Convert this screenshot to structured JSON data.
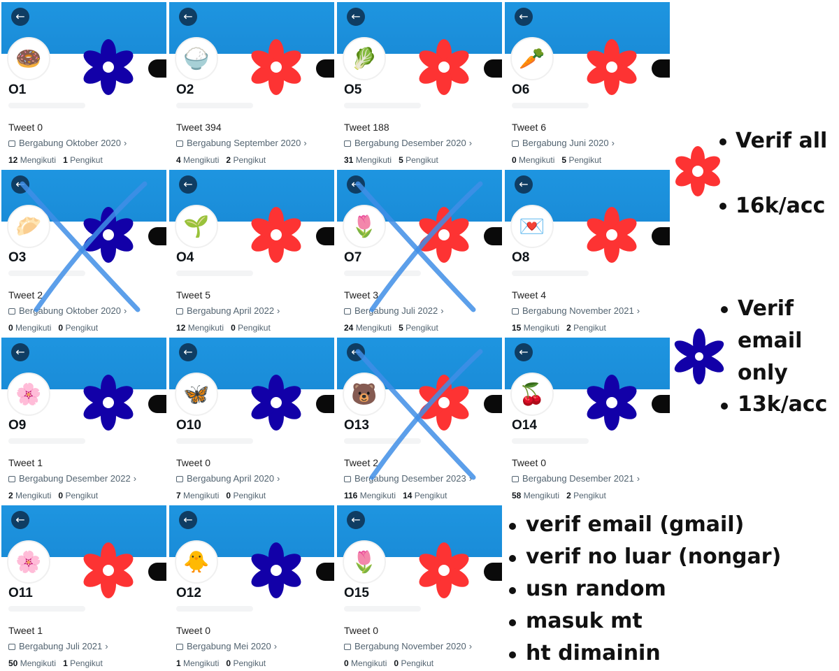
{
  "cards": [
    {
      "name": "O1",
      "tweets": "Tweet 0",
      "joined": "Bergabung Oktober 2020",
      "following_count": "12",
      "following_label": "Mengikuti",
      "followers_count": "1",
      "followers_label": "Pengikut",
      "avatar_icon": "donut-icon",
      "avatar_glyph": "🍩",
      "flower_color": "#1200a8",
      "crossed": false
    },
    {
      "name": "O2",
      "tweets": "Tweet 394",
      "joined": "Bergabung September 2020",
      "following_count": "4",
      "following_label": "Mengikuti",
      "followers_count": "2",
      "followers_label": "Pengikut",
      "avatar_icon": "rice-bowl-icon",
      "avatar_glyph": "🍚",
      "flower_color": "#fd3333",
      "crossed": false
    },
    {
      "name": "O5",
      "tweets": "Tweet 188",
      "joined": "Bergabung Desember 2020",
      "following_count": "31",
      "following_label": "Mengikuti",
      "followers_count": "5",
      "followers_label": "Pengikut",
      "avatar_icon": "cabbage-icon",
      "avatar_glyph": "🥬",
      "flower_color": "#fd3333",
      "crossed": false
    },
    {
      "name": "O6",
      "tweets": "Tweet 6",
      "joined": "Bergabung Juni 2020",
      "following_count": "0",
      "following_label": "Mengikuti",
      "followers_count": "5",
      "followers_label": "Pengikut",
      "avatar_icon": "carrot-icon",
      "avatar_glyph": "🥕",
      "flower_color": "#fd3333",
      "crossed": false
    },
    {
      "name": "O3",
      "tweets": "Tweet 2",
      "joined": "Bergabung Oktober 2020",
      "following_count": "0",
      "following_label": "Mengikuti",
      "followers_count": "0",
      "followers_label": "Pengikut",
      "avatar_icon": "dumpling-icon",
      "avatar_glyph": "🥟",
      "flower_color": "#1200a8",
      "crossed": true
    },
    {
      "name": "O4",
      "tweets": "Tweet 5",
      "joined": "Bergabung April 2022",
      "following_count": "12",
      "following_label": "Mengikuti",
      "followers_count": "0",
      "followers_label": "Pengikut",
      "avatar_icon": "sprout-icon",
      "avatar_glyph": "🌱",
      "flower_color": "#fd3333",
      "crossed": false
    },
    {
      "name": "O7",
      "tweets": "Tweet 3",
      "joined": "Bergabung Juli 2022",
      "following_count": "24",
      "following_label": "Mengikuti",
      "followers_count": "5",
      "followers_label": "Pengikut",
      "avatar_icon": "tulip-icon",
      "avatar_glyph": "🌷",
      "flower_color": "#fd3333",
      "crossed": true
    },
    {
      "name": "O8",
      "tweets": "Tweet 4",
      "joined": "Bergabung November 2021",
      "following_count": "15",
      "following_label": "Mengikuti",
      "followers_count": "2",
      "followers_label": "Pengikut",
      "avatar_icon": "love-letter-icon",
      "avatar_glyph": "💌",
      "flower_color": "#fd3333",
      "crossed": false
    },
    {
      "name": "O9",
      "tweets": "Tweet 1",
      "joined": "Bergabung Desember 2022",
      "following_count": "2",
      "following_label": "Mengikuti",
      "followers_count": "0",
      "followers_label": "Pengikut",
      "avatar_icon": "blossom-icon",
      "avatar_glyph": "🌸",
      "flower_color": "#1200a8",
      "crossed": false
    },
    {
      "name": "O10",
      "tweets": "Tweet 0",
      "joined": "Bergabung April 2020",
      "following_count": "7",
      "following_label": "Mengikuti",
      "followers_count": "0",
      "followers_label": "Pengikut",
      "avatar_icon": "butterfly-icon",
      "avatar_glyph": "🦋",
      "flower_color": "#1200a8",
      "crossed": false
    },
    {
      "name": "O13",
      "tweets": "Tweet 2",
      "joined": "Bergabung Desember 2023",
      "following_count": "116",
      "following_label": "Mengikuti",
      "followers_count": "14",
      "followers_label": "Pengikut",
      "avatar_icon": "bear-icon",
      "avatar_glyph": "🐻",
      "flower_color": "#fd3333",
      "crossed": true
    },
    {
      "name": "O14",
      "tweets": "Tweet 0",
      "joined": "Bergabung Desember 2021",
      "following_count": "58",
      "following_label": "Mengikuti",
      "followers_count": "2",
      "followers_label": "Pengikut",
      "avatar_icon": "cherry-icon",
      "avatar_glyph": "🍒",
      "flower_color": "#1200a8",
      "crossed": false
    },
    {
      "name": "O11",
      "tweets": "Tweet 1",
      "joined": "Bergabung Juli 2021",
      "following_count": "50",
      "following_label": "Mengikuti",
      "followers_count": "1",
      "followers_label": "Pengikut",
      "avatar_icon": "flower-icon",
      "avatar_glyph": "🌸",
      "flower_color": "#fd3333",
      "crossed": false
    },
    {
      "name": "O12",
      "tweets": "Tweet 0",
      "joined": "Bergabung Mei 2020",
      "following_count": "1",
      "following_label": "Mengikuti",
      "followers_count": "0",
      "followers_label": "Pengikut",
      "avatar_icon": "chick-icon",
      "avatar_glyph": "🐥",
      "flower_color": "#1200a8",
      "crossed": false
    },
    {
      "name": "O15",
      "tweets": "Tweet 0",
      "joined": "Bergabung November 2020",
      "following_count": "0",
      "following_label": "Mengikuti",
      "followers_count": "0",
      "followers_label": "Pengikut",
      "avatar_icon": "tulip-icon",
      "avatar_glyph": "🌷",
      "flower_color": "#fd3333",
      "crossed": false
    }
  ],
  "back_icon": "arrow-left-icon",
  "back_glyph": "←",
  "legend": {
    "red": {
      "flower_color": "#fd3333",
      "items": [
        "Verif all",
        "16k/acc"
      ]
    },
    "blue": {
      "flower_color": "#1200a8",
      "items": [
        "Verif",
        "email",
        "only",
        "13k/acc"
      ]
    },
    "notes": [
      "verif email (gmail)",
      "verif no luar (nongar)",
      "usn random",
      "masuk mt",
      "ht dimainin"
    ]
  },
  "colors": {
    "banner": "#1d93de",
    "cross_mark": "#3f8ee6",
    "red_flower": "#fd3333",
    "blue_flower": "#1200a8"
  }
}
